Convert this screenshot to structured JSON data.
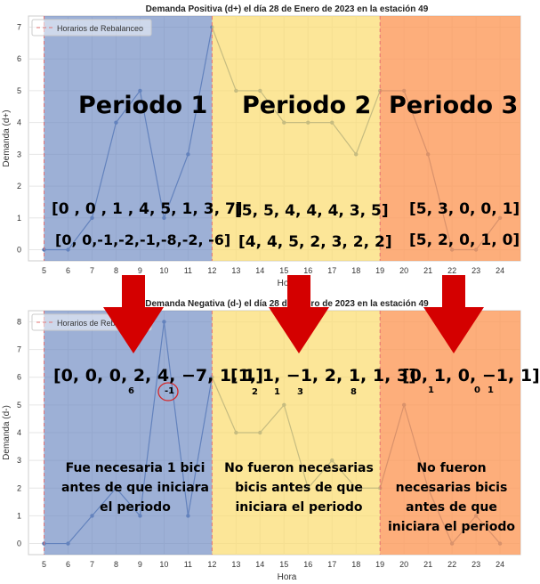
{
  "chart_data": [
    {
      "type": "line",
      "title": "Demanda Positiva (d+) el día 28 de Enero de 2023 en la estación 49",
      "xlabel": "Hora",
      "ylabel": "Demanda (d+)",
      "x": [
        5,
        6,
        7,
        8,
        9,
        10,
        11,
        12,
        13,
        14,
        15,
        16,
        17,
        18,
        19,
        20,
        21,
        22,
        23,
        24
      ],
      "series": [
        {
          "name": "Horarios de Rebalanceo",
          "values": [
            0,
            0,
            1,
            4,
            5,
            1,
            3,
            7,
            5,
            5,
            4,
            4,
            4,
            3,
            5,
            5,
            3,
            0,
            0,
            1
          ]
        }
      ],
      "xticks": [
        "5",
        "6",
        "7",
        "8",
        "9",
        "10",
        "11",
        "12",
        "13",
        "14",
        "15",
        "16",
        "17",
        "18",
        "19",
        "20",
        "21",
        "22",
        "23",
        "24"
      ],
      "yticks": [
        "0",
        "1",
        "2",
        "3",
        "4",
        "5",
        "6",
        "7"
      ],
      "xlim": [
        4.35,
        24.85
      ],
      "ylim": [
        -0.35,
        7.35
      ],
      "grid": true,
      "legend": "top-left"
    },
    {
      "type": "line",
      "title": "Demanda Negativa (d-) el día 28 de Enero de 2023 en la estación 49",
      "xlabel": "Hora",
      "ylabel": "Demanda (d-)",
      "x": [
        5,
        6,
        7,
        8,
        9,
        10,
        11,
        12,
        13,
        14,
        15,
        16,
        17,
        18,
        19,
        20,
        21,
        22,
        23,
        24
      ],
      "series": [
        {
          "name": "Horarios de Rebalanceo",
          "values": [
            0,
            0,
            1,
            2,
            1,
            8,
            1,
            6,
            4,
            4,
            5,
            2,
            3,
            2,
            2,
            5,
            2,
            0,
            1,
            0
          ]
        }
      ],
      "xticks": [
        "5",
        "6",
        "7",
        "8",
        "9",
        "10",
        "11",
        "12",
        "13",
        "14",
        "15",
        "16",
        "17",
        "18",
        "19",
        "20",
        "21",
        "22",
        "23",
        "24"
      ],
      "yticks": [
        "0",
        "1",
        "2",
        "3",
        "4",
        "5",
        "6",
        "7",
        "8"
      ],
      "xlim": [
        4.35,
        24.85
      ],
      "ylim": [
        -0.4,
        8.4
      ],
      "grid": true,
      "legend": "top-left"
    }
  ],
  "periods": [
    {
      "x_from": 5,
      "x_to": 12,
      "color": "#6e8bc2",
      "opacity": 0.68
    },
    {
      "x_from": 12,
      "x_to": 19,
      "color": "#fbdc6c",
      "opacity": 0.7
    },
    {
      "x_from": 19,
      "x_to": 24.85,
      "color": "#fd9a5a",
      "opacity": 0.8
    }
  ],
  "rebalance_lines": [
    5,
    12,
    19
  ],
  "annotations": {
    "titles": [
      "Periodo 1",
      "Periodo 2",
      "Periodo 3"
    ],
    "vectors_top": [
      [
        "[0 , 0 , 1 , 4,  5,  1,  3,  7]",
        "[0, 0,-1,-2,-1,-8,-2, -6]"
      ],
      [
        "[5, 5, 4, 4, 4, 3, 5]",
        "[4, 4, 5, 2, 3, 2, 2]"
      ],
      [
        "[5, 3, 0, 0, 1]",
        "[5, 2, 0, 1, 0]"
      ]
    ],
    "vectors_bottom": [
      "[0, 0, 0, 2, 4, −7, 1, 1]",
      "[1, 1, −1, 2, 1, 1, 3]",
      "[0, 1, 0, −1, 1]"
    ],
    "subs_p1": [
      "6",
      "-1"
    ],
    "subs_p2": [
      "2",
      "1",
      "3",
      "8"
    ],
    "subs_p3": [
      "1",
      "0",
      "1"
    ],
    "notes": [
      "Fue necesaria 1 bici antes de que iniciara el periodo",
      "No fueron necesarias bicis antes de que iniciara el periodo",
      "No fueron necesarias bicis antes de que iniciara el periodo"
    ],
    "arrow_color": "#d40000",
    "circle_color": "#d62728"
  }
}
